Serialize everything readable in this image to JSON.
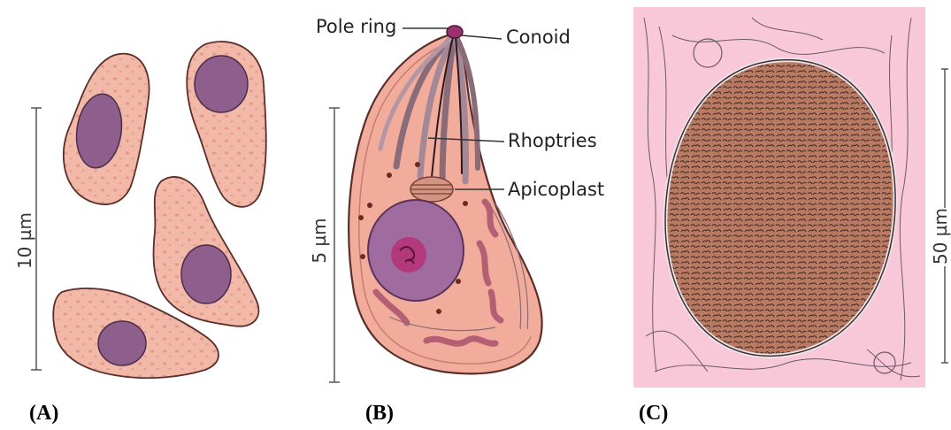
{
  "panels": {
    "a": {
      "label": "(A)",
      "scale": "10 µm"
    },
    "b": {
      "label": "(B)",
      "scale": "5 µm",
      "callouts": {
        "pole_ring": "Pole ring",
        "conoid": "Conoid",
        "rhoptries": "Rhoptries",
        "apicoplast": "Apicoplast"
      }
    },
    "c": {
      "label": "(C)",
      "scale": "50 µm"
    }
  },
  "colors": {
    "cell_fill": "#f3b9a8",
    "cell_outline": "#5a2e2a",
    "nucleus": "#8e5e8c",
    "cyst_background": "#f8c8d8",
    "cyst_fill": "#b2705c"
  }
}
